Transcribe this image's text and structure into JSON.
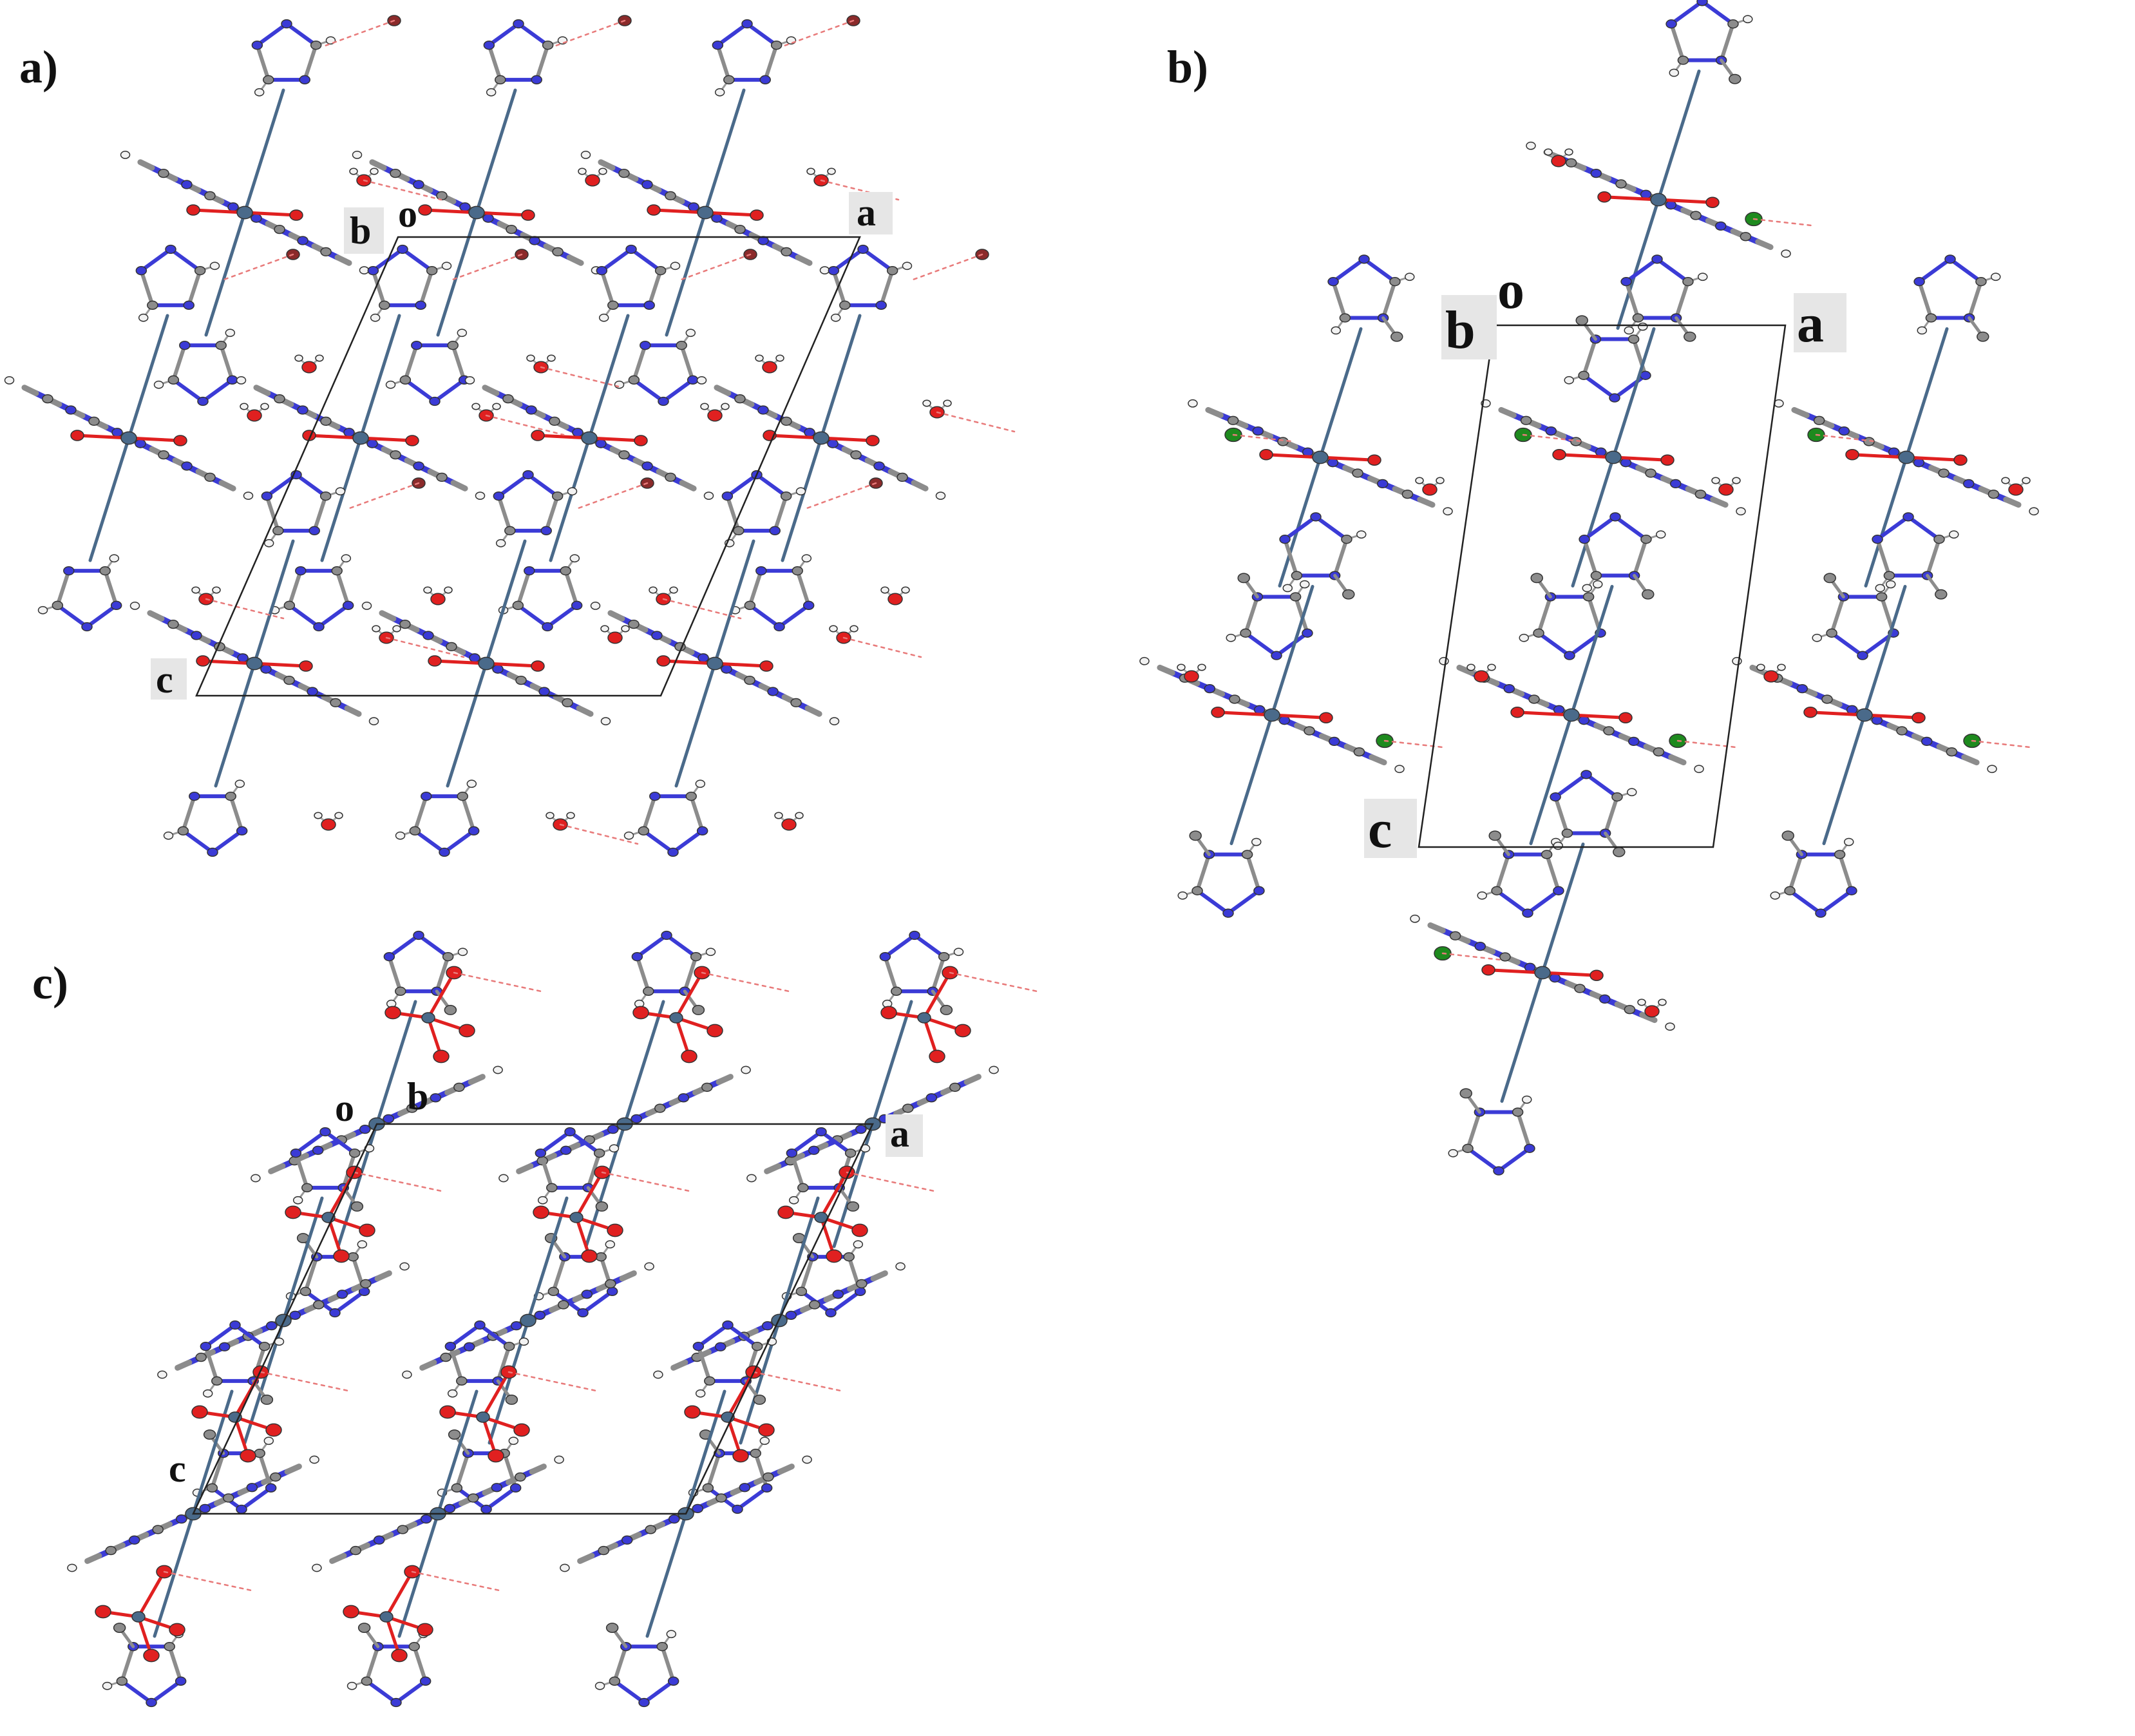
{
  "figure": {
    "panels": [
      {
        "id": "a",
        "label": "a)",
        "axes": {
          "origin": "o",
          "a": "a",
          "b": "b",
          "c": "c"
        }
      },
      {
        "id": "b",
        "label": "b)",
        "axes": {
          "origin": "o",
          "a": "a",
          "b": "b",
          "c": "c"
        }
      },
      {
        "id": "c",
        "label": "c)",
        "axes": {
          "origin": "o",
          "a": "a",
          "b": "b",
          "c": "c"
        }
      }
    ],
    "atom_colors": {
      "metal": "#4a6a8a",
      "nitrogen": "#3b3bd6",
      "carbon": "#8c8c8c",
      "oxygen": "#e02020",
      "hydrogen": "#f2f2f2",
      "bromine": "#8b2a2a",
      "chlorine": "#1e8a1e",
      "hbond": "#e87a7a",
      "cell_edge": "#222222"
    }
  }
}
